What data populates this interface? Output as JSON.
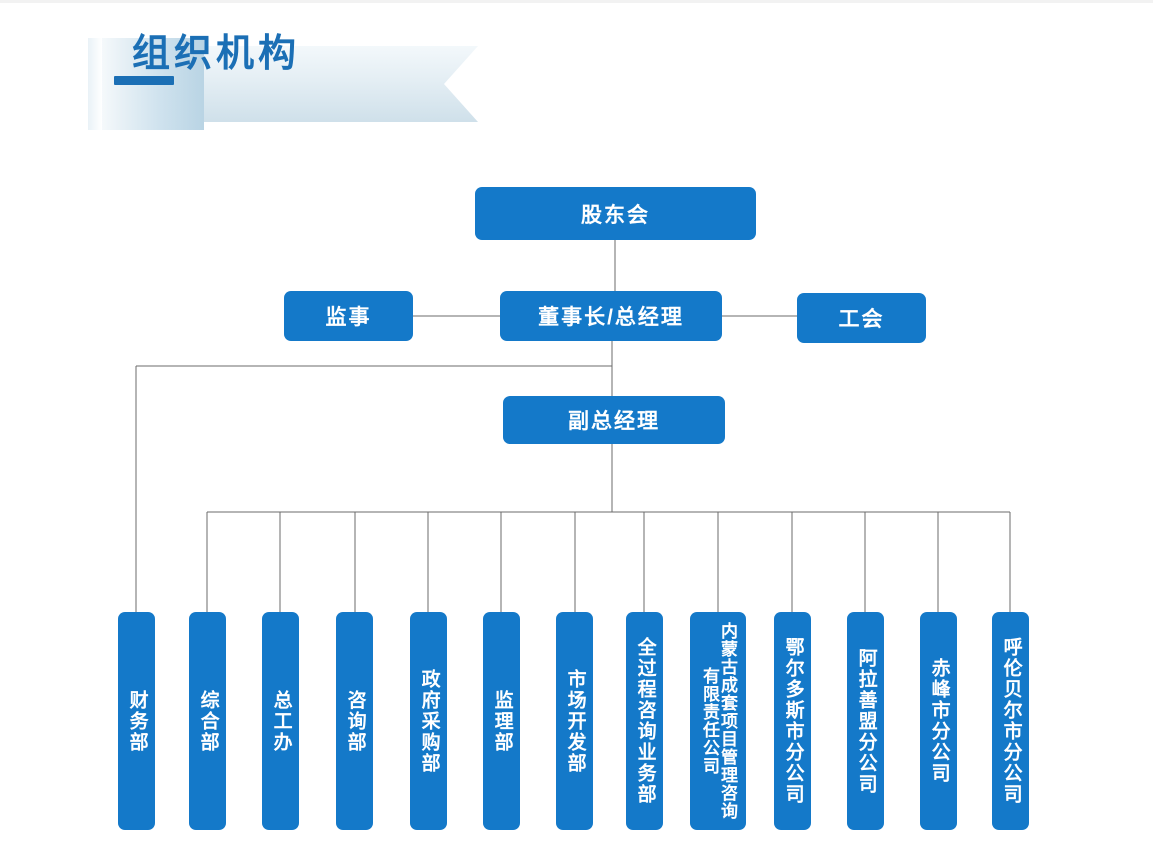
{
  "banner": {
    "title": "组织机构",
    "dash_color": "#1b6fb5"
  },
  "chart_data": {
    "type": "diagram",
    "title": "组织机构",
    "node_color": "#1479c9",
    "line_color": "#6b6b6b",
    "nodes": {
      "shareholders": "股东会",
      "supervisor": "监事",
      "chairman": "董事长/总经理",
      "union": "工会",
      "deputy_gm": "副总经理"
    },
    "departments": [
      "财务部",
      "综合部",
      "总工办",
      "咨询部",
      "政府采购部",
      "监理部",
      "市场开发部",
      "全过程咨询业务部",
      "内蒙古成套项目管理咨询有限责任公司",
      "鄂尔多斯市分公司",
      "阿拉善盟分公司",
      "赤峰市分公司",
      "呼伦贝尔市分公司"
    ]
  }
}
